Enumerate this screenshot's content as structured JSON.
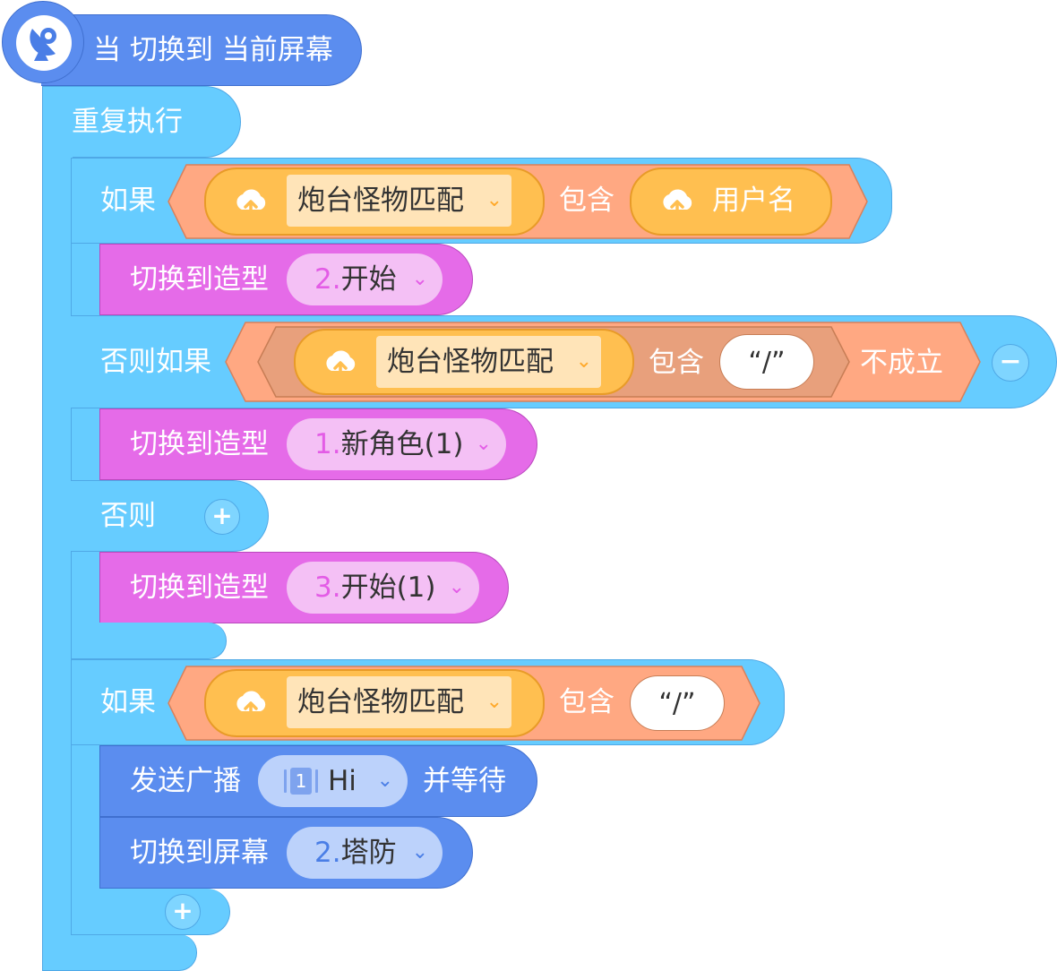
{
  "hat": {
    "label": "当 切换到 当前屏幕",
    "icon": "satellite-icon"
  },
  "loop": {
    "label": "重复执行"
  },
  "if1": {
    "label": "如果",
    "var_name": "炮台怪物匹配",
    "op": "包含",
    "var2_name": "用户名"
  },
  "costume_a": {
    "label": "切换到造型",
    "num": "2.",
    "name": "开始"
  },
  "elseif": {
    "label": "否则如果",
    "var_name": "炮台怪物匹配",
    "op": "包含",
    "str": "“/”",
    "not_label": "不成立",
    "minus": "−"
  },
  "costume_b": {
    "label": "切换到造型",
    "num": "1.",
    "name": "新角色(1)"
  },
  "else": {
    "label": "否则",
    "plus": "+"
  },
  "costume_c": {
    "label": "切换到造型",
    "num": "3.",
    "name": "开始(1)"
  },
  "if2": {
    "label": "如果",
    "var_name": "炮台怪物匹配",
    "op": "包含",
    "str": "“/”"
  },
  "broadcast": {
    "label": "发送广播",
    "msg_num": "1",
    "msg": "Hi",
    "suffix": "并等待"
  },
  "screen": {
    "label": "切换到屏幕",
    "num": "2.",
    "name": "塔防"
  },
  "if2_plus": "+",
  "colors": {
    "event_blue": "#5b8def",
    "control_light_blue": "#66ccff",
    "looks_pink": "#e56be8",
    "operator_salmon": "#ffa882",
    "variable_orange": "#ffbf50"
  }
}
